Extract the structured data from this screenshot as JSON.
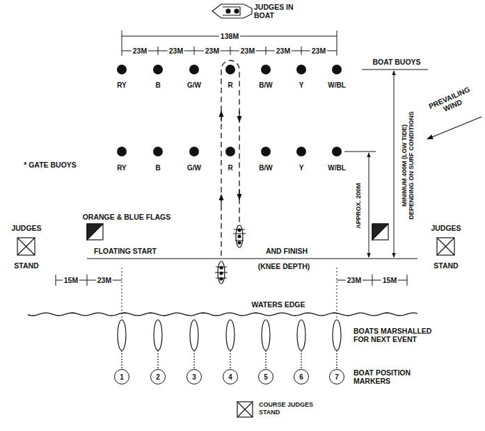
{
  "diagram": {
    "nodes": [
      {
        "text": [
          "1"
        ]
      },
      {
        "text": [
          "2"
        ]
      },
      {
        "text": [
          "3"
        ]
      },
      {
        "text": [
          "4"
        ]
      },
      {
        "text": [
          "5"
        ]
      },
      {
        "text": [
          "6"
        ]
      },
      {
        "text": [
          "7"
        ]
      },
      {
        "text": [
          "COURSE JUDGES STAND"
        ]
      }
    ],
    "labels": [
      "JUDGES IN BOAT",
      "138M",
      "23M",
      "23M",
      "23M",
      "23M",
      "23M",
      "23M",
      "RY",
      "B",
      "G/W",
      "R",
      "B/W",
      "Y",
      "W/BL",
      "BOAT BUOYS",
      "PREVAILING WIND",
      "* GATE BUOYS",
      "RY",
      "B",
      "G/W",
      "R",
      "B/W",
      "Y",
      "W/BL",
      "MINIMUM 400M (LOW TIDE) DEPENDING ON SURF CONDITIONS",
      "APPROX. 200M",
      "ORANGE & BLUE FLAGS",
      "JUDGES",
      "STAND",
      "JUDGES",
      "STAND",
      "FLOATING START",
      "AND FINISH",
      "(KNEE DEPTH)",
      "15M",
      "23M",
      "23M",
      "15M",
      "WATERS EDGE",
      "BOATS MARSHALLED FOR NEXT EVENT",
      "BOAT POSITION MARKERS"
    ]
  }
}
